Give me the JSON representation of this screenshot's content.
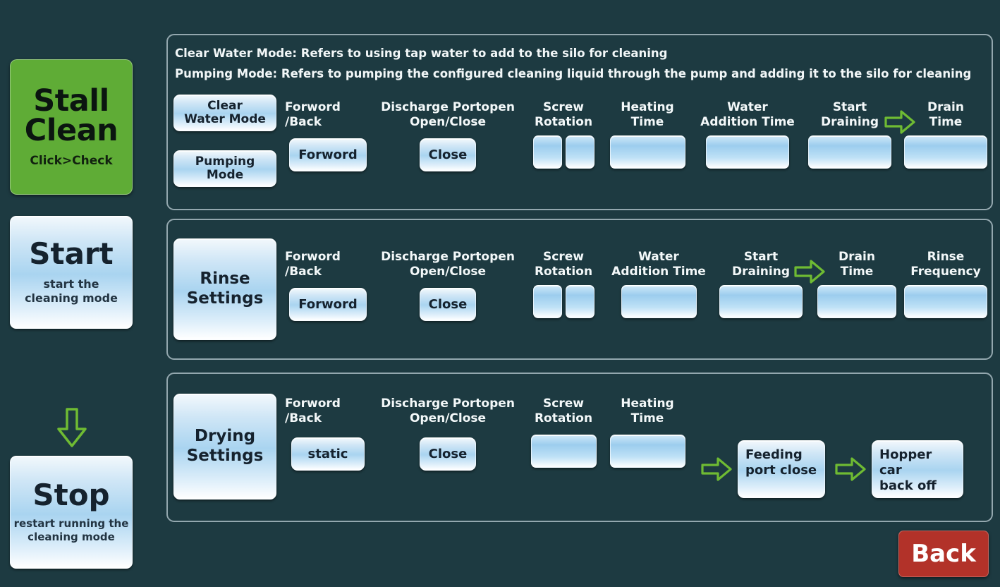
{
  "background_color": "#1d3a41",
  "accent_green": "#5fac36",
  "accent_red": "#b23229",
  "left_rail": {
    "stall_clean": {
      "line1": "Stall",
      "line2": "Clean",
      "hint": "Click>Check"
    },
    "start": {
      "title": "Start",
      "hint_line1": "start the",
      "hint_line2": "cleaning mode"
    },
    "flow_arrow": "arrow-down-icon",
    "stop": {
      "title": "Stop",
      "hint_line1": "restart running the",
      "hint_line2": "cleaning mode"
    }
  },
  "panel_1": {
    "note_line_1": "Clear Water Mode: Refers to using tap water to add to the silo for cleaning",
    "note_line_2": "Pumping Mode: Refers to pumping the configured cleaning liquid through the pump and adding it to the silo for cleaning",
    "mode_buttons": [
      {
        "line1": "Clear",
        "line2": "Water Mode"
      },
      {
        "line1": "Pumping",
        "line2": "Mode"
      }
    ],
    "fields": [
      {
        "label_line1": "Forword",
        "label_line2": "/Back",
        "value": "Forword"
      },
      {
        "label_line1": "Discharge Portopen",
        "label_line2": "Open/Close",
        "value": "Close"
      },
      {
        "label_line1": "Screw",
        "label_line2": "Rotation",
        "value_a": "",
        "value_b": ""
      },
      {
        "label_line1": "Heating",
        "label_line2": "Time",
        "value": ""
      },
      {
        "label_line1": "Water",
        "label_line2": "Addition Time",
        "value": ""
      },
      {
        "label_line1": "Start",
        "label_line2": "Draining",
        "value": ""
      },
      {
        "label_line1": "Drain",
        "label_line2": "Time",
        "value": ""
      }
    ],
    "arrow": "arrow-right-icon"
  },
  "panel_2": {
    "mode_tile": {
      "line1": "Rinse",
      "line2": "Settings"
    },
    "fields": [
      {
        "label_line1": "Forword",
        "label_line2": "/Back",
        "value": "Forword"
      },
      {
        "label_line1": "Discharge Portopen",
        "label_line2": "Open/Close",
        "value": "Close"
      },
      {
        "label_line1": "Screw",
        "label_line2": "Rotation",
        "value_a": "",
        "value_b": ""
      },
      {
        "label_line1": "Water",
        "label_line2": "Addition Time",
        "value": ""
      },
      {
        "label_line1": "Start",
        "label_line2": "Draining",
        "value": ""
      },
      {
        "label_line1": "Drain",
        "label_line2": "Time",
        "value": ""
      },
      {
        "label_line1": "Rinse",
        "label_line2": "Frequency",
        "value": ""
      }
    ],
    "arrow": "arrow-right-icon"
  },
  "panel_3": {
    "mode_tile": {
      "line1": "Drying",
      "line2": "Settings"
    },
    "fields": [
      {
        "label_line1": "Forword",
        "label_line2": "/Back",
        "value": "static"
      },
      {
        "label_line1": "Discharge Portopen",
        "label_line2": "Open/Close",
        "value": "Close"
      },
      {
        "label_line1": "Screw",
        "label_line2": "Rotation",
        "value": ""
      },
      {
        "label_line1": "Heating",
        "label_line2": "Time",
        "value": ""
      }
    ],
    "step_buttons": [
      {
        "line1": "Feeding",
        "line2": "port close"
      },
      {
        "line1": "Hopper car",
        "line2": "back off"
      }
    ],
    "arrows": [
      "arrow-right-icon",
      "arrow-right-icon"
    ]
  },
  "back_button": {
    "label": "Back"
  }
}
